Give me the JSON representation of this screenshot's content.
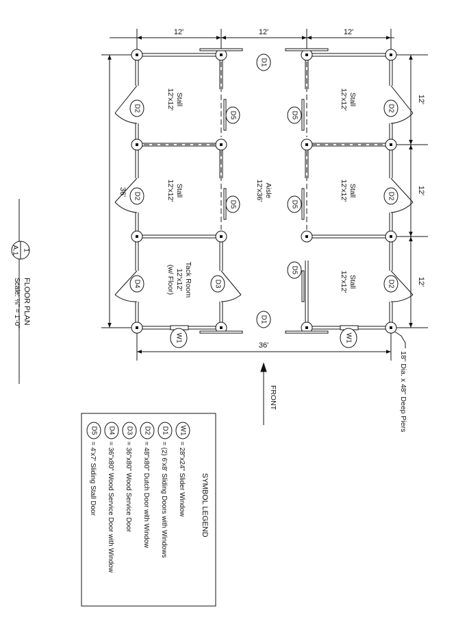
{
  "drawing": {
    "title": "FLOOR PLAN",
    "scale": "Scale: ⅛\" = 1'-0\"",
    "sheet_number": "1",
    "sheet_ref": "A.1"
  },
  "plan": {
    "front_label": "FRONT",
    "pier_note": "18\" Dia. x 48\" Deep Piers",
    "dimensions": {
      "top": [
        "12'",
        "12'",
        "12'"
      ],
      "right": [
        "12'",
        "12'",
        "12'"
      ],
      "bottom_overall": "36'",
      "left_overall": "36'"
    },
    "rooms": [
      {
        "name": "Stall",
        "size": "12'x12'"
      },
      {
        "name": "Stall",
        "size": "12'x12'"
      },
      {
        "name": "Tack Room",
        "size": "12'x12'",
        "note": "(w/ Floor)"
      },
      {
        "name": "Aisle",
        "size": "12'x36'"
      },
      {
        "name": "Stall",
        "size": "12'x12'"
      },
      {
        "name": "Stall",
        "size": "12'x12'"
      },
      {
        "name": "Stall",
        "size": "12'x12'"
      }
    ],
    "door_tags": {
      "D1": "D1",
      "D2": "D2",
      "D3": "D3",
      "D4": "D4",
      "D5": "D5",
      "W1": "W1"
    }
  },
  "legend": {
    "title": "SYMBOL LEGEND",
    "items": [
      {
        "tag": "W1",
        "text": "= 28\"x24\" Slider Window"
      },
      {
        "tag": "D1",
        "text": "= (2) 6'x8' Sliding Doors with Windows"
      },
      {
        "tag": "D2",
        "text": "= 48\"x80\" Dutch Door with Window"
      },
      {
        "tag": "D3",
        "text": "= 36\"x80\" Wood Service Door"
      },
      {
        "tag": "D4",
        "text": "= 36\"x80\" Wood Service Door with Window"
      },
      {
        "tag": "D5",
        "text": "= 4'x7' Sliding Stall Door"
      }
    ]
  }
}
